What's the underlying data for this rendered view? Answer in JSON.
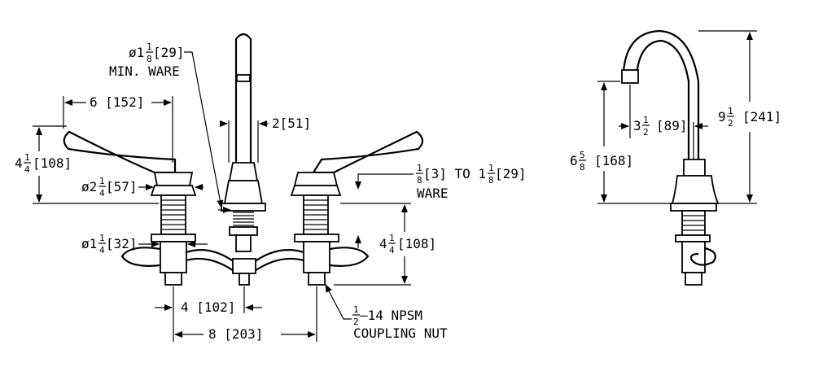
{
  "front_view": {
    "handle_spacing": "6 [152]",
    "handle_height_whole": "4",
    "handle_height_frac_num": "1",
    "handle_height_frac_den": "4",
    "handle_height_mm": "[108]",
    "escutcheon_dia_prefix": "ø2",
    "escutcheon_dia_frac_num": "1",
    "escutcheon_dia_frac_den": "4",
    "escutcheon_dia_mm": "[57]",
    "hole_dia_prefix": "ø1",
    "hole_dia_frac_num": "1",
    "hole_dia_frac_den": "4",
    "hole_dia_mm": "[32]",
    "min_ware_prefix": "ø1",
    "min_ware_frac_num": "1",
    "min_ware_frac_den": "8",
    "min_ware_mm": "[29]",
    "min_ware_label": "MIN. WARE",
    "spout_width": "2[51]",
    "ware_range_frac1_num": "1",
    "ware_range_frac1_den": "8",
    "ware_range_mid": "[3] TO 1",
    "ware_range_frac2_num": "1",
    "ware_range_frac2_den": "8",
    "ware_range_mm": "[29]",
    "ware_label": "WARE",
    "shank_len_whole": "4",
    "shank_len_frac_num": "1",
    "shank_len_frac_den": "4",
    "shank_len_mm": "[108]",
    "center_offset": "4 [102]",
    "overall_spread": "8 [203]",
    "nut_frac_num": "1",
    "nut_frac_den": "2",
    "nut_thread": "–14 NPSM",
    "nut_label": "COUPLING NUT"
  },
  "side_view": {
    "reach_whole": "3",
    "reach_frac_num": "1",
    "reach_frac_den": "2",
    "reach_mm": "[89]",
    "outlet_height_whole": "6",
    "outlet_height_frac_num": "5",
    "outlet_height_frac_den": "8",
    "outlet_height_mm": "[168]",
    "overall_height_whole": "9",
    "overall_height_frac_num": "1",
    "overall_height_frac_den": "2",
    "overall_height_mm": "[241]"
  }
}
